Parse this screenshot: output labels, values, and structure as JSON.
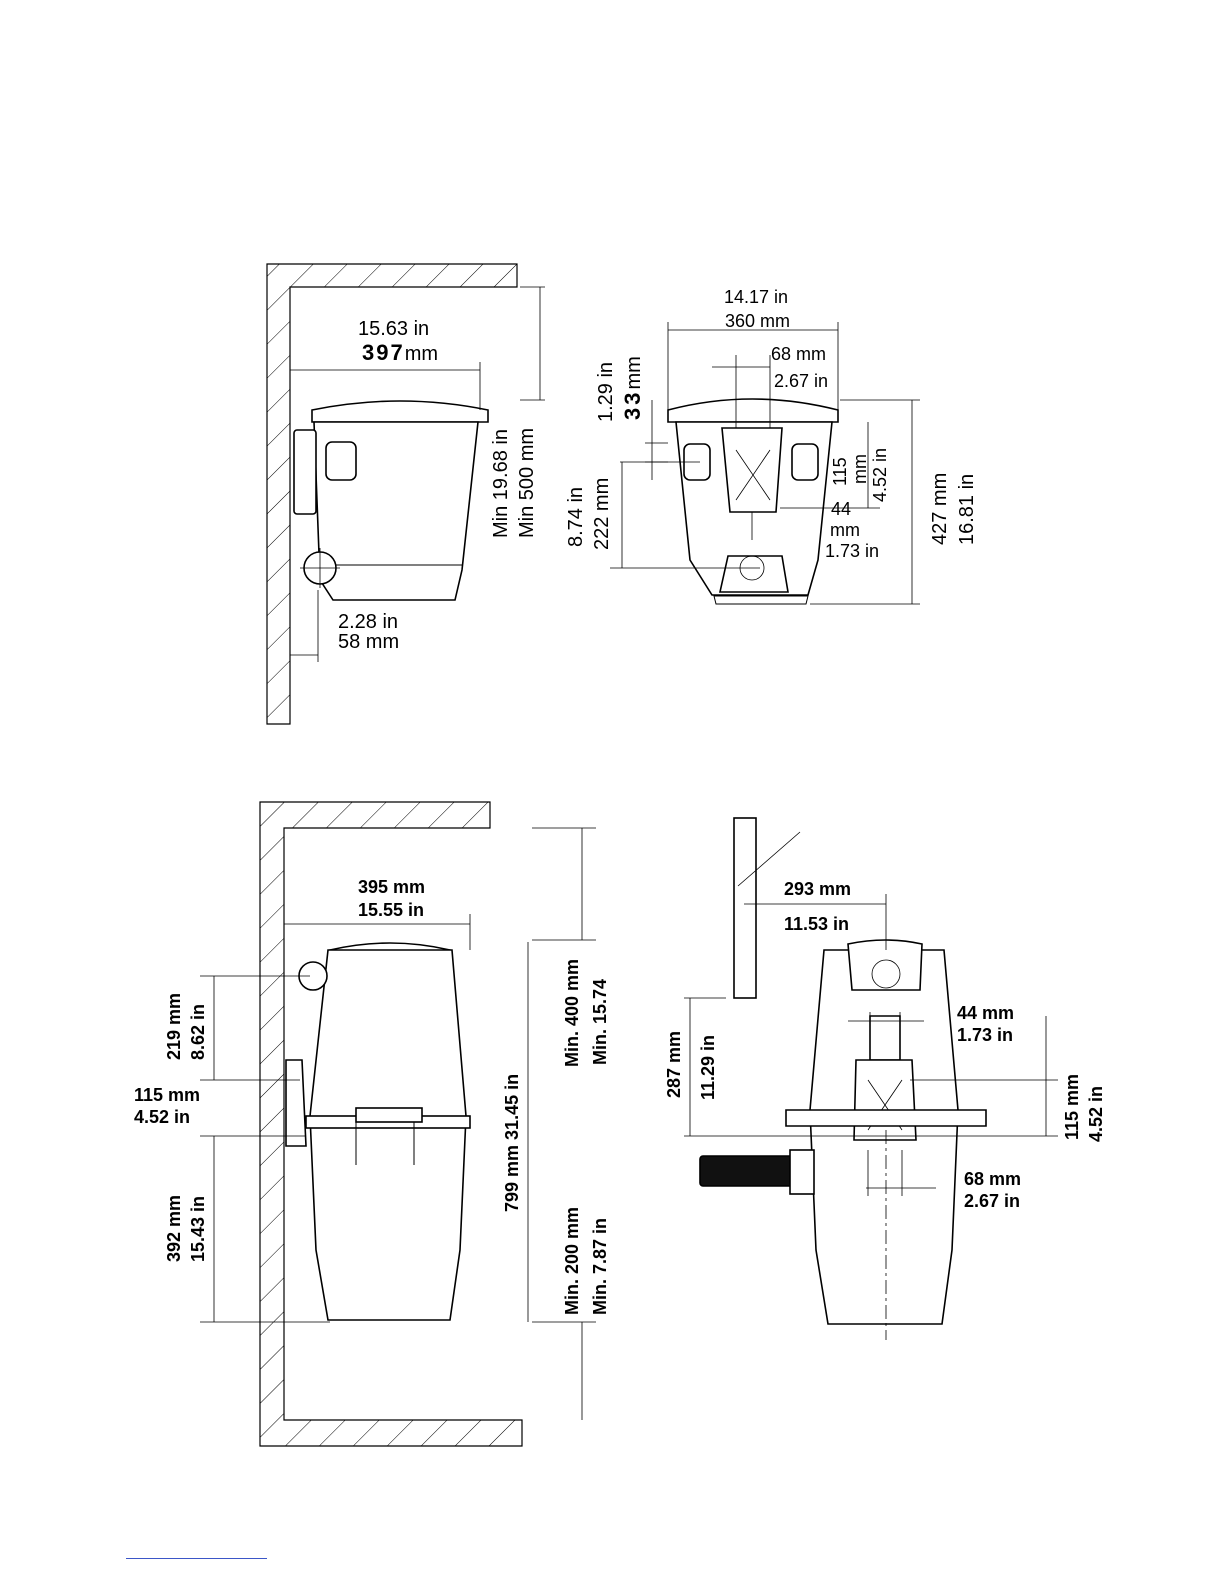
{
  "top_left": {
    "width_in": "15.63 in",
    "width_mm_num": "397",
    "width_mm_unit": "mm",
    "min_in": "Min 19.68 in",
    "min_mm": "Min 500 mm",
    "offset_in": "2.28 in",
    "offset_mm": "58 mm"
  },
  "top_right": {
    "width_in": "14.17 in",
    "width_mm": "360 mm",
    "inlet_mm": "68 mm",
    "inlet_in": "2.67 in",
    "top_in": "1.29 in",
    "top_mm_num": "33",
    "top_mm_unit": "mm",
    "left_in": "8.74 in",
    "left_mm": "222 mm",
    "bracket_mm_num": "115",
    "bracket_mm_unit": "mm",
    "bracket_in": "4.52 in",
    "pipe_mm_num": "44",
    "pipe_mm_unit": "mm",
    "pipe_in": "1.73 in",
    "height_mm": "427 mm",
    "height_in": "16.81 in"
  },
  "bottom_left": {
    "width_mm": "395 mm",
    "width_in": "15.55 in",
    "a_mm": "219 mm",
    "a_in": "8.62 in",
    "b_mm": "115 mm",
    "b_in": "4.52 in",
    "c_mm": "392 mm",
    "c_in": "15.43 in",
    "height": "799 mm 31.45 in",
    "top_mm": "Min. 400 mm",
    "top_in": "Min. 15.74",
    "bot_mm": "Min. 200 mm",
    "bot_in": "Min. 7.87 in"
  },
  "bottom_right": {
    "width_mm": "293 mm",
    "width_in": "11.53 in",
    "pipe_mm": "44 mm",
    "pipe_in": "1.73 in",
    "left_mm": "287 mm",
    "left_in": "11.29 in",
    "bracket_mm": "115 mm",
    "bracket_in": "4.52 in",
    "inlet_mm": "68 mm",
    "inlet_in": "2.67 in"
  }
}
